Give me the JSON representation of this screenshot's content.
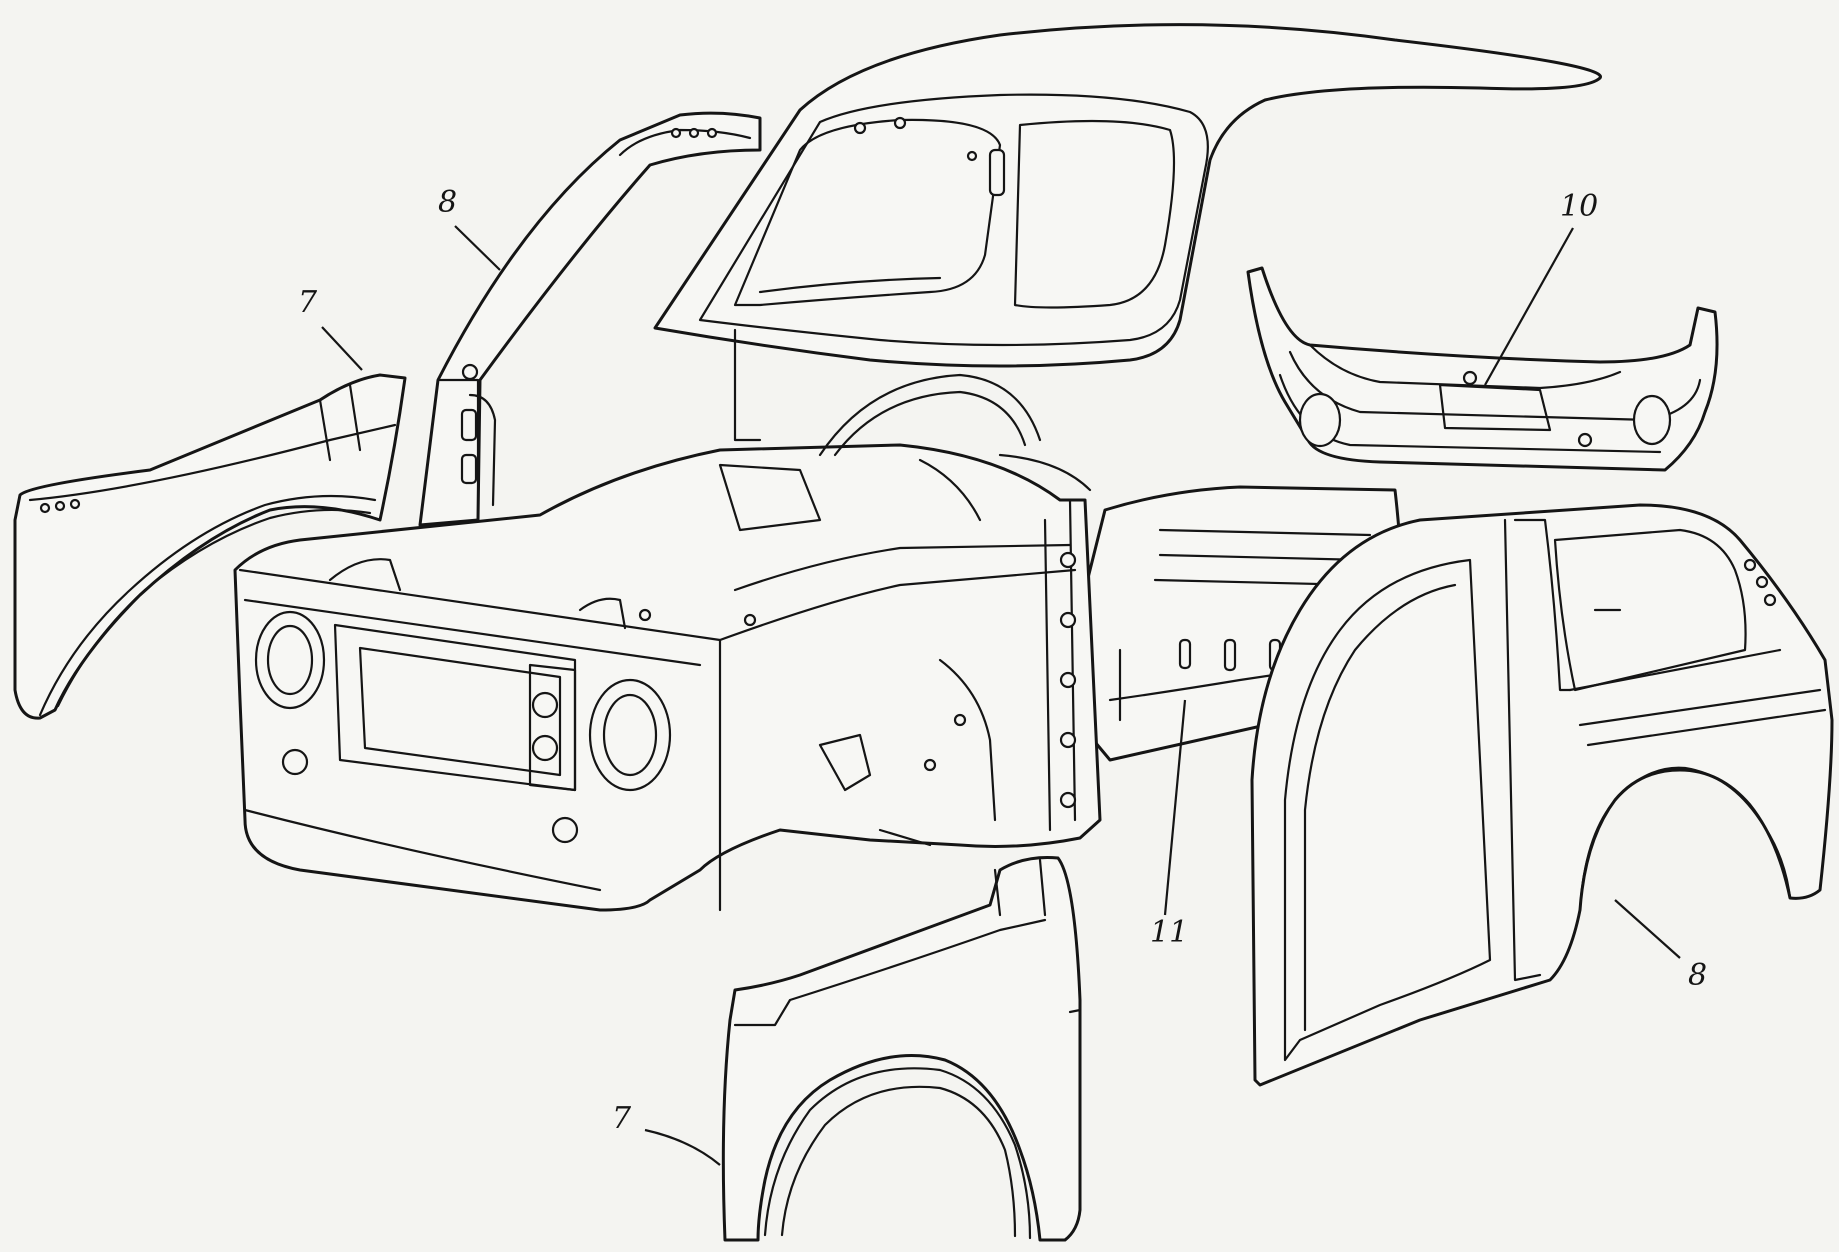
{
  "colors": {
    "paper": "#f4f4f1",
    "ink": "#151515"
  },
  "callouts": {
    "front_fender_left": "7",
    "a_pillar": "8",
    "rear_panel": "10",
    "floor": "11",
    "side_panel": "8",
    "front_fender_right": "7"
  }
}
